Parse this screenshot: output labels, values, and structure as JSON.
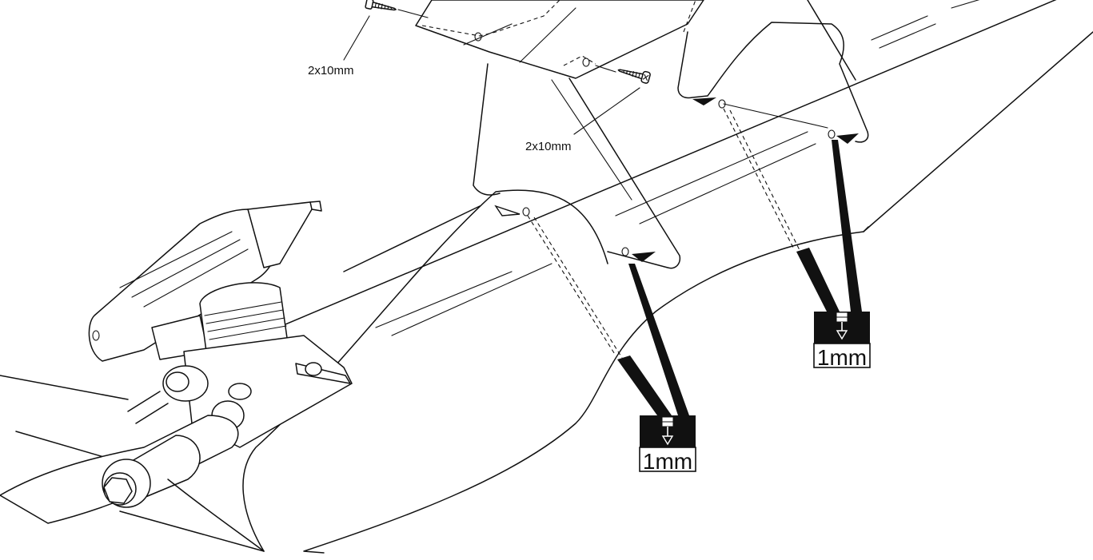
{
  "labels": {
    "screw_top_left": "2x10mm",
    "screw_middle": "2x10mm"
  },
  "drill_badges": [
    {
      "size": "1mm"
    },
    {
      "size": "1mm"
    }
  ],
  "colors": {
    "ink": "#111111",
    "paper": "#ffffff"
  },
  "icons": [
    "screw-icon",
    "drill-bit-icon",
    "pointer-arrow-icon"
  ]
}
